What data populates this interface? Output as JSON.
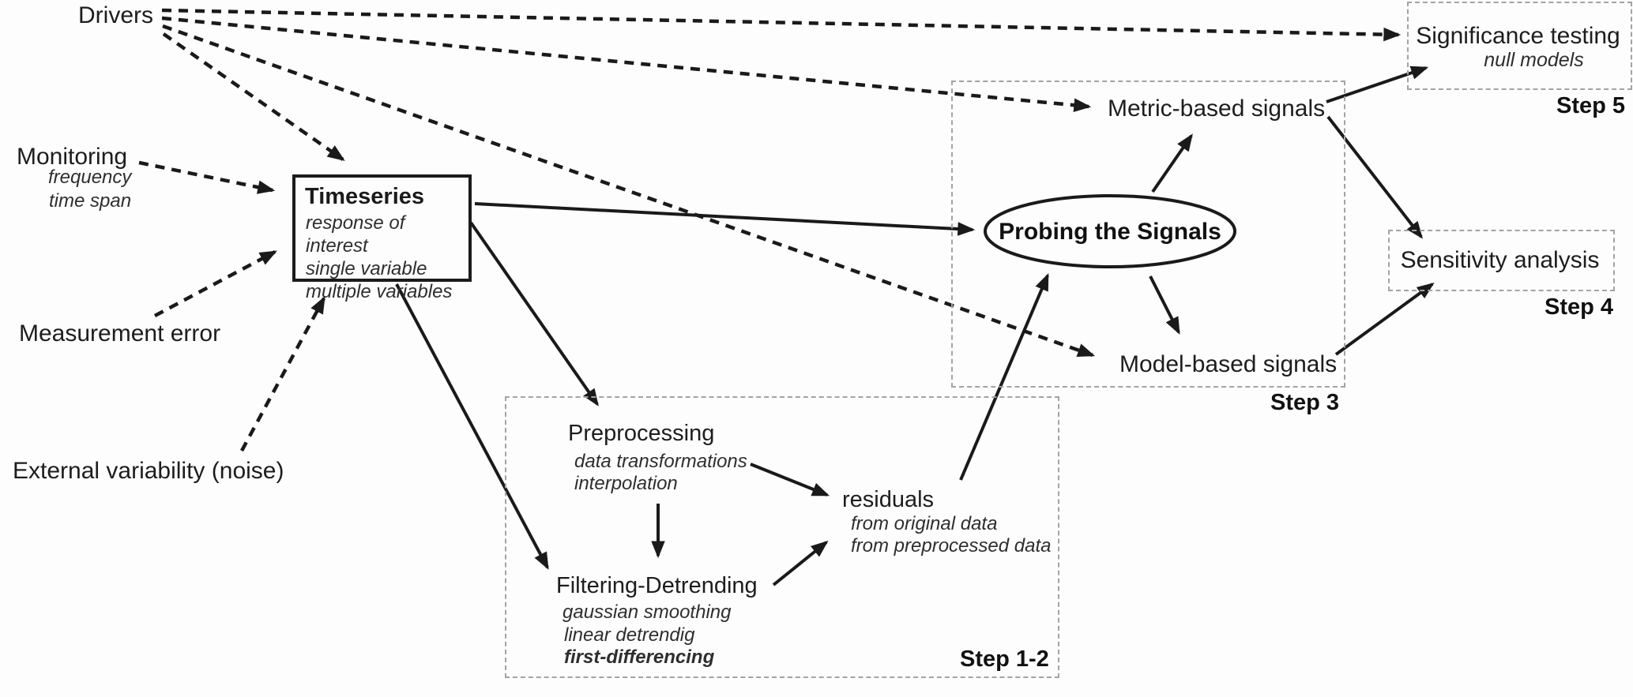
{
  "diagram": {
    "drivers_label": "Drivers",
    "monitoring": {
      "label": "Monitoring",
      "sub1": "frequency",
      "sub2": "time span"
    },
    "measurement_error_label": "Measurement error",
    "external_variability_label": "External variability (noise)",
    "timeseries": {
      "title": "Timeseries",
      "sub1": "response of interest",
      "sub2": "single variable",
      "sub3": "multiple variables"
    },
    "preprocessing": {
      "title": "Preprocessing",
      "sub1": "data transformations",
      "sub2": "interpolation"
    },
    "filtering": {
      "title": "Filtering-Detrending",
      "sub1": "gaussian smoothing",
      "sub2": "linear detrendig",
      "sub3": "first-differencing"
    },
    "residuals": {
      "title": "residuals",
      "sub1": "from original data",
      "sub2": "from preprocessed data"
    },
    "probing_label": "Probing the Signals",
    "metric_signals_label": "Metric-based signals",
    "model_signals_label": "Model-based signals",
    "significance": {
      "title": "Significance testing",
      "sub": "null models"
    },
    "sensitivity_label": "Sensitivity analysis",
    "steps": {
      "step12": "Step 1-2",
      "step3": "Step 3",
      "step4": "Step 4",
      "step5": "Step 5"
    },
    "colors": {
      "ink": "#1a1a1a",
      "box_dash": "#a3a3a3"
    }
  }
}
